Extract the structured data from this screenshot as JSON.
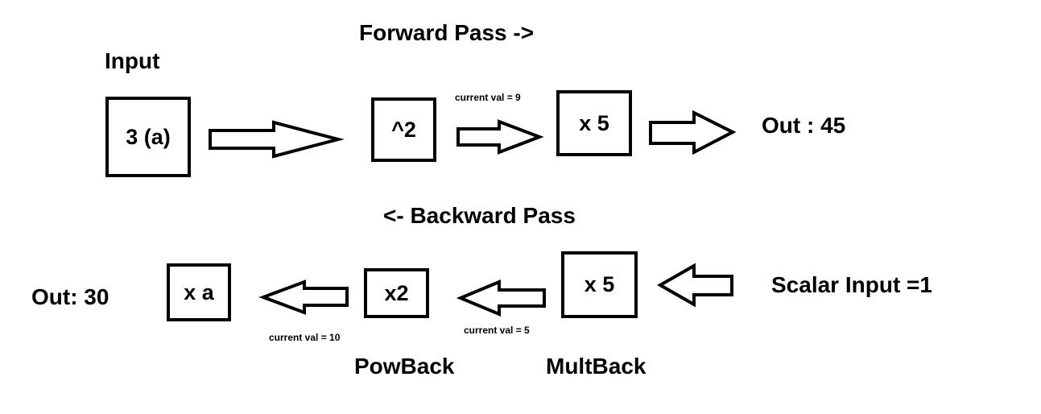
{
  "forward": {
    "title": "Forward Pass ->",
    "input_label": "Input",
    "input_box": "3 (a)",
    "square_box": "^2",
    "mult_box": "x 5",
    "current_val": "current val = 9",
    "output": "Out : 45"
  },
  "backward": {
    "title": "<- Backward Pass",
    "scalar_input": "Scalar Input =1",
    "mult_box": "x 5",
    "pow_box": "x2",
    "a_box": "x a",
    "current_val_mult": "current val = 5",
    "current_val_pow": "current val = 10",
    "output": "Out: 30",
    "mult_back_label": "MultBack",
    "pow_back_label": "PowBack"
  }
}
